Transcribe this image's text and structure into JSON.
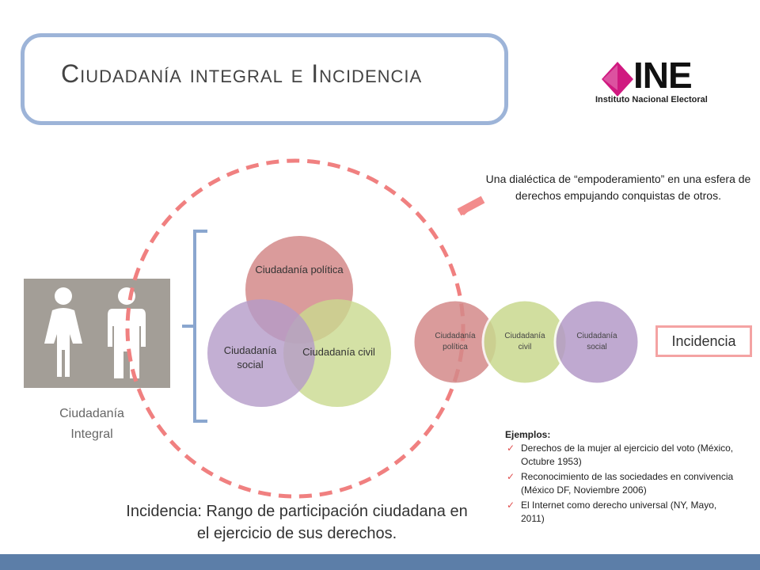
{
  "title": "Ciudadanía integral e Incidencia",
  "logo": {
    "word": "INE",
    "subtitle": "Instituto Nacional Electoral",
    "colors": {
      "primary": "#d01980",
      "dark": "#222222"
    }
  },
  "people_panel": {
    "icon_left": "woman-icon",
    "icon_right": "man-icon"
  },
  "integral_label": "Ciudadanía Integral",
  "venn": {
    "political": "Ciudadanía política",
    "civil": "Ciudadanía civil",
    "social": "Ciudadanía social"
  },
  "chain": {
    "political": "Ciudadanía política",
    "civil": "Ciudadanía civil",
    "social": "Ciudadanía social"
  },
  "quote": "Una dialéctica de “empoderamiento” en una esfera de derechos empujando conquistas de otros.",
  "incidencia_label": "Incidencia",
  "examples": {
    "title": "Ejemplos:",
    "items": [
      "Derechos de la mujer al ejercicio del voto (México, Octubre 1953)",
      "Reconocimiento de las sociedades en convivencia (México DF, Noviembre 2006)",
      "El Internet como derecho universal (NY, Mayo, 2011)"
    ]
  },
  "definition": "Incidencia: Rango de participación ciudadana en el ejercicio de sus derechos.",
  "colors": {
    "accent_blue": "#9db4d8",
    "dashed_circle": "#f08080",
    "political": "#d48a8a",
    "civil": "#c9d98f",
    "social": "#b49bc8",
    "footer": "#5c7ea8"
  }
}
